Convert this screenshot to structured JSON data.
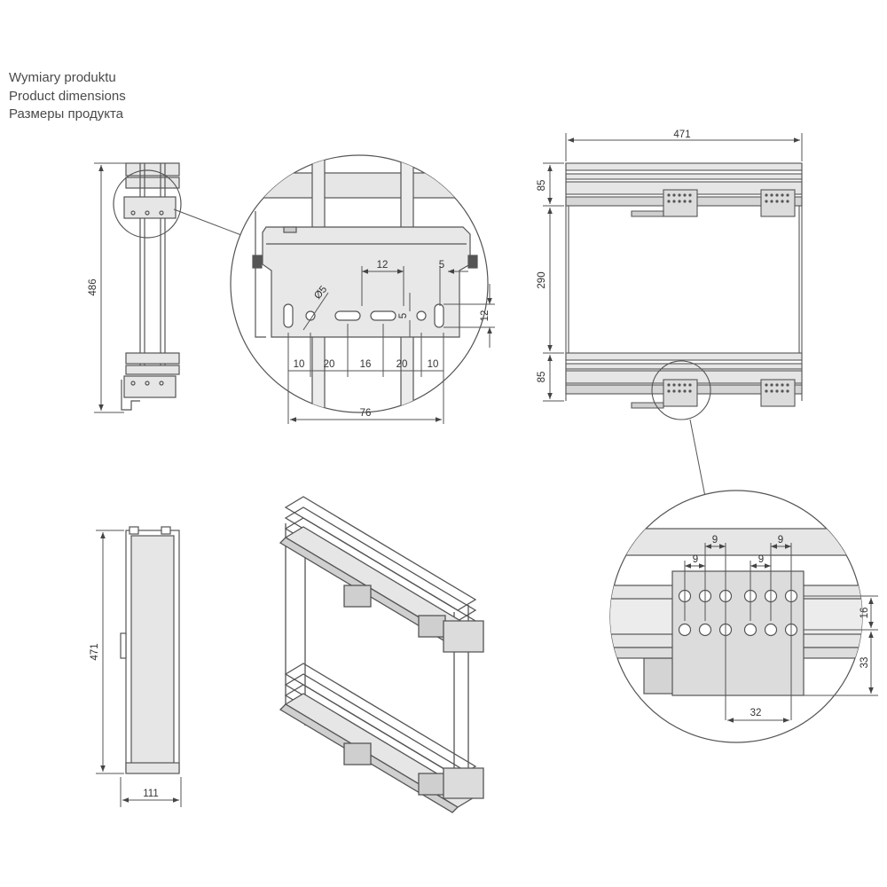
{
  "titles": {
    "pl": "Wymiary produktu",
    "en": "Product dimensions",
    "ru": "Размеры продукта"
  },
  "dims": {
    "side_height": "486",
    "bracket_12": "12",
    "bracket_5": "5",
    "bracket_phi5": "Ø5",
    "bracket_hole": "5",
    "bracket_v12": "12",
    "bracket_10a": "10",
    "bracket_20a": "20",
    "bracket_16": "16",
    "bracket_20b": "20",
    "bracket_10b": "10",
    "bracket_76": "76",
    "top_width": "471",
    "top_85a": "85",
    "top_290": "290",
    "top_85b": "85",
    "front_height": "471",
    "front_width": "111",
    "detail_9a": "9",
    "detail_9b": "9",
    "detail_9c": "9",
    "detail_9d": "9",
    "detail_16": "16",
    "detail_33": "33",
    "detail_32": "32"
  },
  "colors": {
    "line": "#555555",
    "fill": "#e6e6e6",
    "rail": "#d4d4d4",
    "text": "#4a4a4a"
  }
}
